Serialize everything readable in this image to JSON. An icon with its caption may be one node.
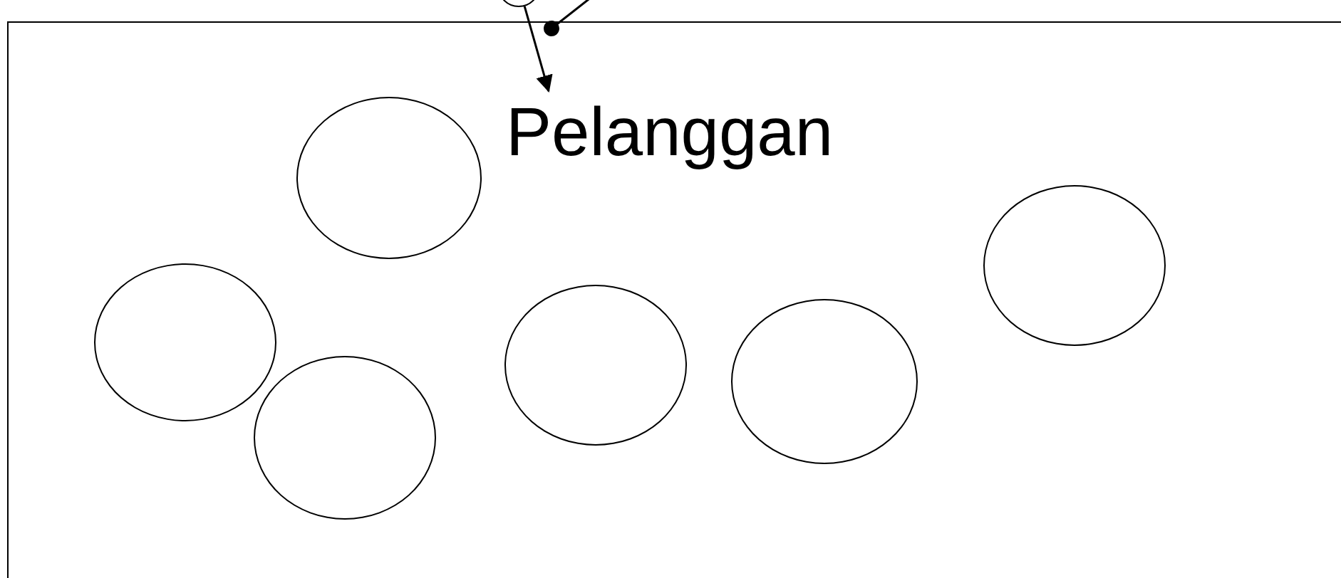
{
  "diagram": {
    "nodes": [
      {
        "text": [],
        "shape": "box"
      },
      {
        "text": [],
        "shape": "circle"
      },
      {
        "text": [
          "Pelanggan"
        ],
        "in": 0
      },
      {
        "text": [],
        "shape": "circle",
        "in": 0
      },
      {
        "text": [],
        "shape": "circle",
        "in": 0
      },
      {
        "text": [],
        "shape": "circle",
        "in": 0
      },
      {
        "text": [],
        "shape": "circle",
        "in": 0
      },
      {
        "text": [],
        "shape": "circle",
        "in": 0
      },
      {
        "text": [],
        "shape": "circle",
        "in": 0
      }
    ],
    "edges": [
      {
        "from": 1,
        "to": 2,
        "arrow": "to"
      },
      {
        "from": null,
        "to": 0,
        "arrow": "other"
      }
    ]
  }
}
